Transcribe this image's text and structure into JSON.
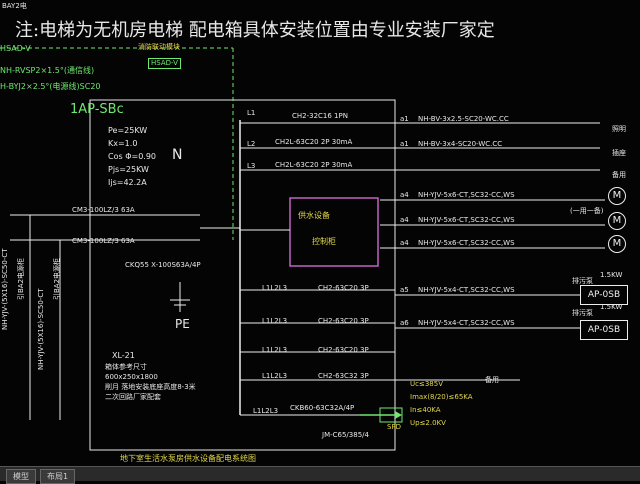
{
  "drawing": {
    "tab_label": "BAY2电",
    "title": "注:电梯为无机房电梯 配电箱具体安装位置由专业安装厂家定",
    "left_notes": [
      "HSAD-V",
      "NH-RVSP2×1.5°(通信线)",
      "H-BYJ2×2.5°(电源线)SC20"
    ],
    "fire_link_label": "消防联动模块",
    "module_label": "HSAD-V",
    "panel_name": "1AP-SBc",
    "panel_params": [
      "Pe=25KW",
      "Kx=1.0",
      "Cos Φ=0.90",
      "Pjs=25KW",
      "Ijs=42.2A"
    ],
    "incoming_breakers": [
      "CM3-100LZ/3 63A",
      "CM3-100LZ/3 63A"
    ],
    "transfer_switch": "CKQ55 X-100S63A/4P",
    "n_label": "N",
    "pe_label": "PE",
    "vertical_cables": [
      "NH-YJV-(5X16)-SC50-CT",
      "引BA2电源柜",
      "NH-YJV-(5X16)-SC50-CT",
      "引BA2电源柜"
    ],
    "box_info": [
      "XL-21",
      "箱体参考尺寸",
      "600x250x1800",
      "削月 落地安装底座高度8-3米",
      "二次回路厂家配套"
    ],
    "control_cabinet": [
      "供水设备",
      "控制柜"
    ],
    "footer": "地下室生活水泵房供水设备配电系统图",
    "spd_label": "SPD",
    "spd_params": [
      "Uc≤385V",
      "Imax(8/20)≤65KA",
      "In≤40KA",
      "Up≤2.0KV"
    ],
    "bottom_breaker": "CKB60-63C32A/4P",
    "spd_breaker": "JM-C65/385/4",
    "circuits": [
      {
        "phase": "L1",
        "breaker": "CH2-32C16  1PN",
        "id": "a1",
        "cable": "NH-BV-3x2.5-SC20-WC.CC",
        "load": "照明"
      },
      {
        "phase": "L2",
        "breaker": "CH2L-63C20 2P 30mA",
        "id": "a1",
        "cable": "NH-BV-3x4-SC20-WC.CC",
        "load": "插座"
      },
      {
        "phase": "L3",
        "breaker": "CH2L-63C20 2P 30mA",
        "id": "",
        "cable": "",
        "load": "备用"
      },
      {
        "phase": "",
        "breaker": "",
        "id": "a4",
        "cable": "NH-YJV-5x6-CT,SC32-CC,WS",
        "load": "M"
      },
      {
        "phase": "",
        "breaker": "",
        "id": "a4",
        "cable": "NH-YJV-5x6-CT,SC32-CC,WS",
        "load": "M"
      },
      {
        "phase": "",
        "breaker": "",
        "id": "a4",
        "cable": "NH-YJV-5x6-CT,SC32-CC,WS",
        "load": "M"
      },
      {
        "phase": "L1L2L3",
        "breaker": "CH2-63C20  3P",
        "id": "a5",
        "cable": "NH-YJV-5x4-CT,SC32-CC,WS",
        "load": "AP-0SB"
      },
      {
        "phase": "L1L2L3",
        "breaker": "CH2-63C20  3P",
        "id": "a6",
        "cable": "NH-YJV-5x4-CT,SC32-CC,WS",
        "load": "AP-0SB"
      },
      {
        "phase": "L1L2L3",
        "breaker": "CH2-63C20  3P",
        "id": "",
        "cable": "",
        "load": ""
      },
      {
        "phase": "L1L2L3",
        "breaker": "CH2-63C32  3P",
        "id": "",
        "cable": "",
        "load": "备用"
      },
      {
        "phase": "L1L2L3",
        "breaker": "",
        "id": "",
        "cable": "",
        "load": ""
      }
    ],
    "loads_right": {
      "m1_tag": "(一用一备)",
      "ap_top_kw": "1.5KW",
      "ap_top_tag": "排污泵",
      "ap_bottom_kw": "1.5KW",
      "ap_bottom_tag": "排污泵"
    },
    "lighting_tag": "照明",
    "socket_tag": "插座",
    "spare_tag": "备用",
    "accent_colors": {
      "white": "#e8e8e8",
      "green": "#6ee86e",
      "yellow": "#e2d84a",
      "magenta": "#e070e0"
    }
  },
  "tabs": {
    "left": "模型",
    "right": "布局1"
  }
}
